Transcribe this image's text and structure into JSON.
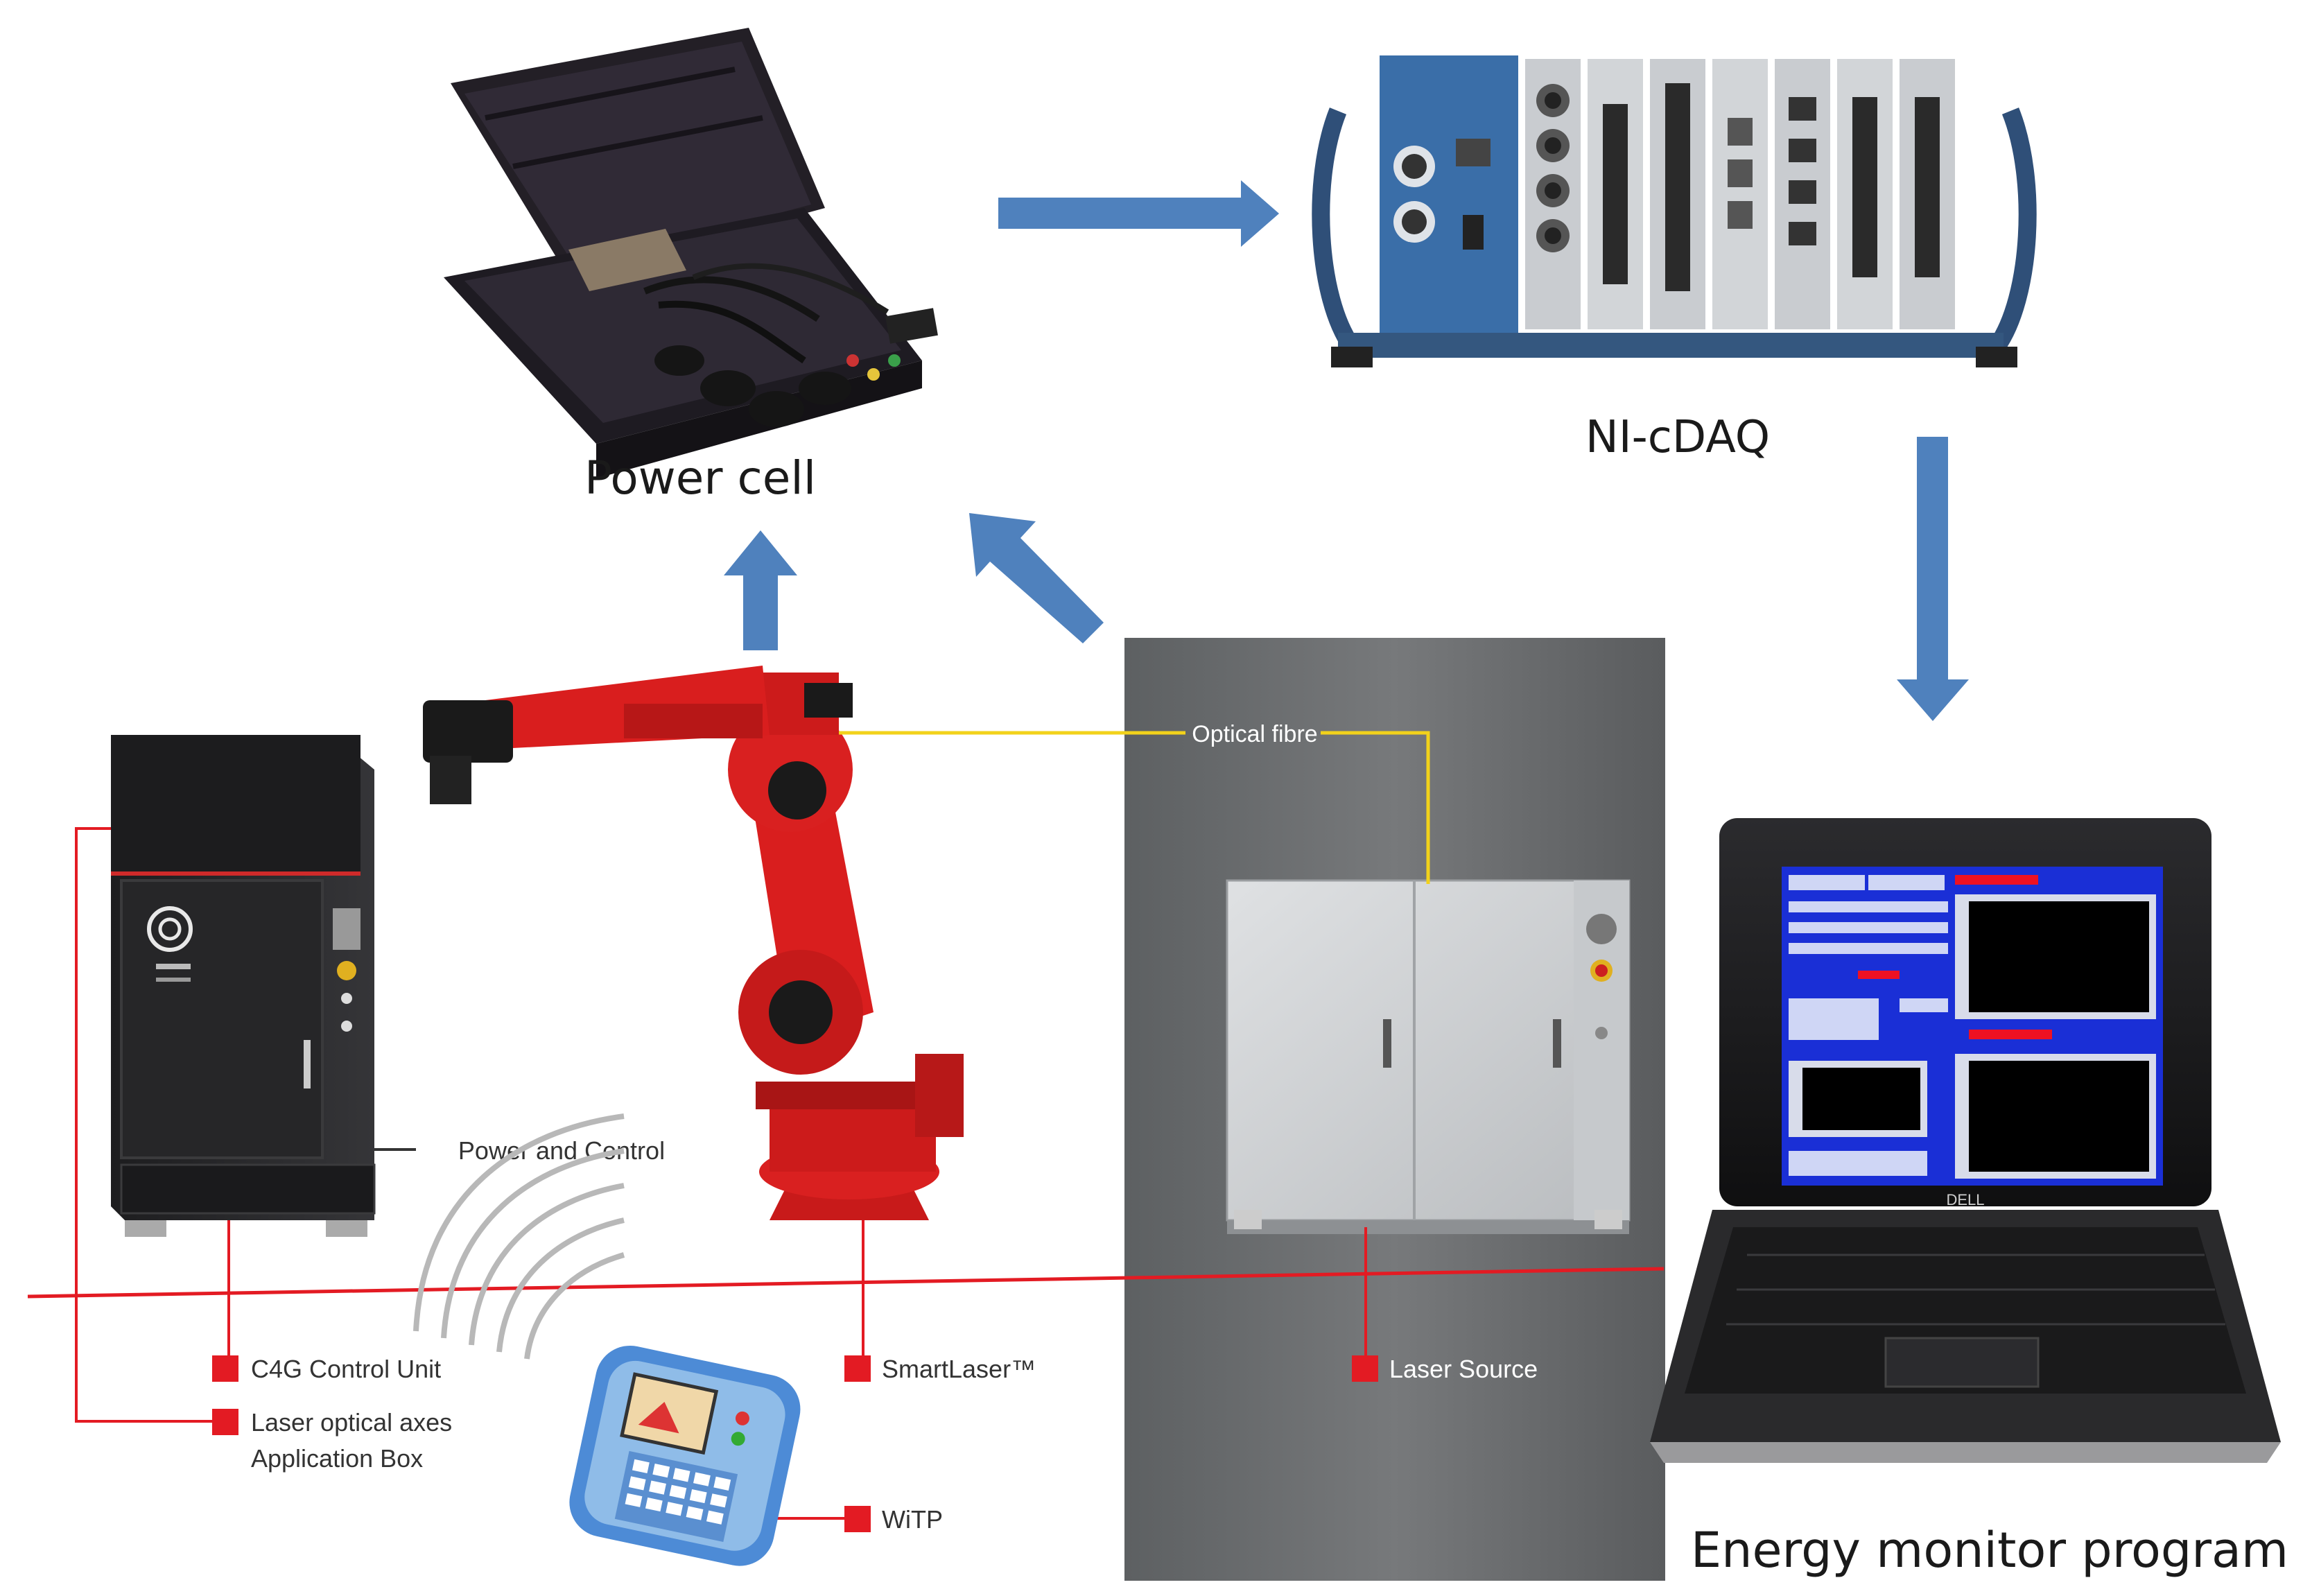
{
  "labels": {
    "power_cell": "Power cell",
    "ni_cdaq": "NI-cDAQ",
    "energy_monitor": "Energy monitor program",
    "optical_fibre": "Optical fibre",
    "power_and_control": "Power and Control",
    "c4g_control_unit": "C4G Control Unit",
    "laser_axes_line1": "Laser optical axes",
    "laser_axes_line2": "Application Box",
    "smartlaser": "SmartLaser™",
    "laser_source": "Laser Source",
    "witp": "WiTP",
    "laptop_brand": "DELL"
  },
  "colors": {
    "arrow": "#4f81bd",
    "robot_red": "#d91e1e",
    "callout_red": "#e31b23",
    "fibre_yellow": "#f2d21b",
    "panel_gray": "#6b6e70",
    "laptop_screen_blue": "#1a2fd6"
  },
  "icons": {
    "power_cell": "power-analyzer-case-icon",
    "ni_cdaq": "daq-chassis-icon",
    "controller": "control-cabinet-icon",
    "robot": "industrial-robot-icon",
    "laser_source": "laser-source-cabinet-icon",
    "pendant": "teach-pendant-icon",
    "laptop": "laptop-icon"
  }
}
